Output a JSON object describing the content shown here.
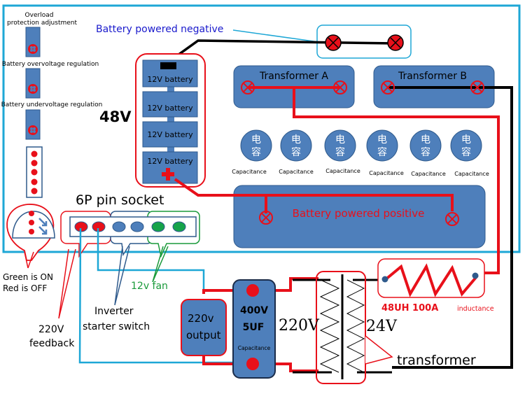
{
  "colors": {
    "frame": "#1ea7d6",
    "board_blue": "#4e7fbb",
    "board_stroke": "#2f5a8c",
    "wire_red": "#e8101a",
    "wire_black": "#000000",
    "label_blue": "#1a1acc",
    "label_green": "#1a9a3a",
    "label_red": "#e8101a",
    "pin_green": "#16a34a",
    "pin_red": "#e8101a"
  },
  "left_panel": {
    "overload_label_line1": "Overload",
    "overload_label_line2": "protection adjustment",
    "overvoltage_label": "Battery overvoltage regulation",
    "undervoltage_label": "Battery undervoltage regulation",
    "led_count": 5,
    "indicator_label_line1": "Green is ON",
    "indicator_label_line2": "Red is OFF"
  },
  "battery": {
    "voltage_label": "48V",
    "cells": [
      "12V battery",
      "12V battery",
      "12V battery",
      "12V battery"
    ],
    "negative_label": "Battery powered negative",
    "positive_label": "Battery powered positive"
  },
  "transformers": {
    "a_label": "Transformer A",
    "b_label": "Transformer B"
  },
  "capacitors": {
    "glyph_top": "电",
    "glyph_bottom": "容",
    "items": [
      "Capacitance",
      "Capacitance",
      "Capacitance",
      "Capacitance",
      "Capacitance",
      "Capacitance"
    ]
  },
  "socket": {
    "title": "6P pin socket",
    "feedback_label_line1": "220V",
    "feedback_label_line2": "feedback",
    "switch_label_line1": "Inverter",
    "switch_label_line2": "starter switch",
    "fan_label": "12v fan"
  },
  "output": {
    "label_line1": "220v",
    "label_line2": "output",
    "cap_line1": "400V",
    "cap_line2": "5UF",
    "cap_label": "Capacitance"
  },
  "main_transformer": {
    "primary_label": "220V",
    "secondary_label": "24V",
    "name": "transformer"
  },
  "inductor": {
    "rating": "48UH 100A",
    "name": "inductance"
  }
}
